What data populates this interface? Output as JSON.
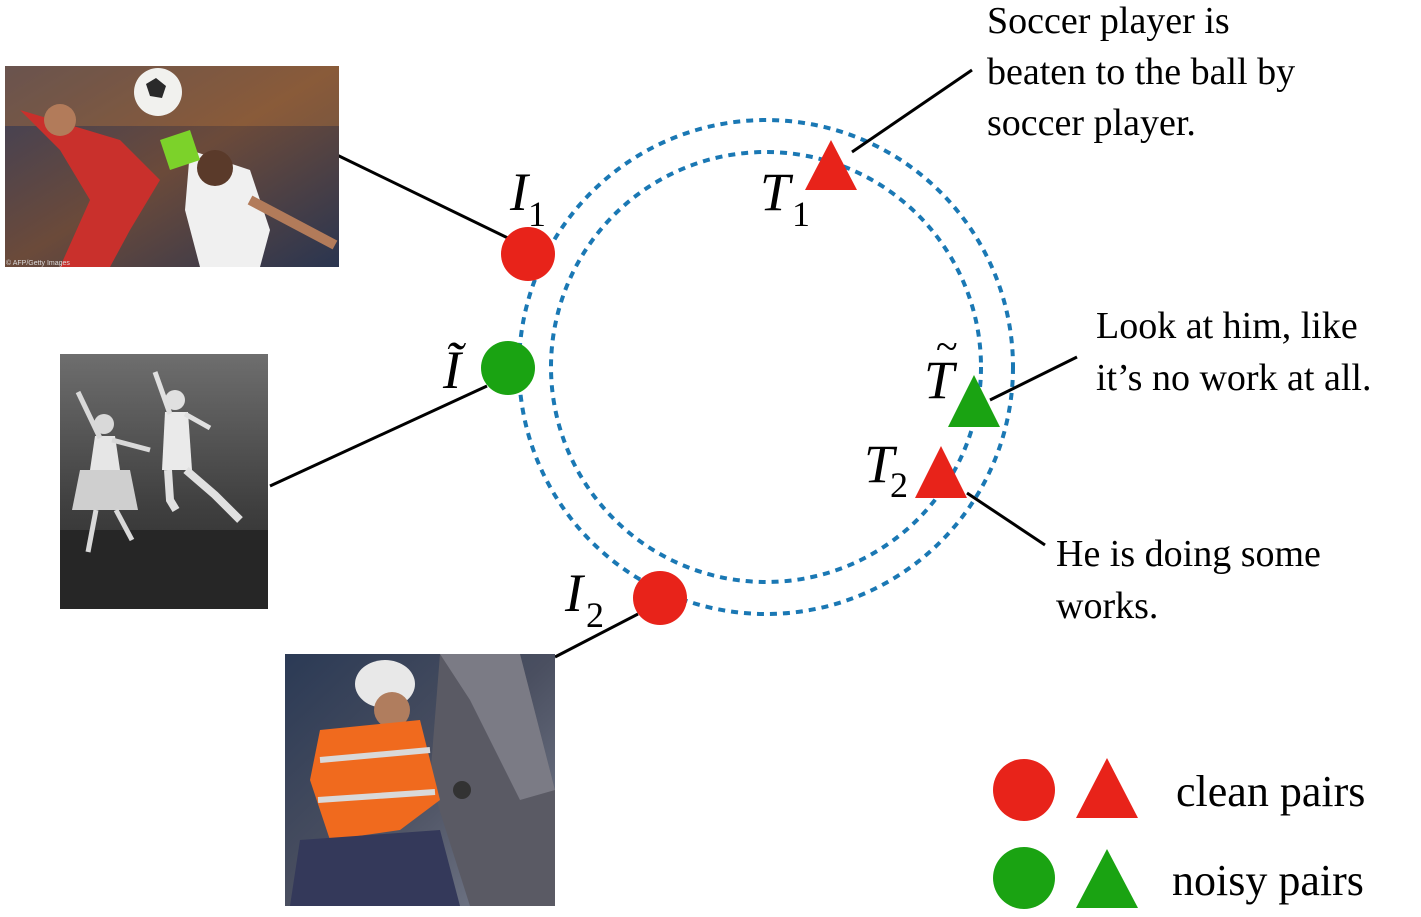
{
  "colors": {
    "clean": "#e8231a",
    "noisy": "#1aa312",
    "ring": "#1a78b4",
    "line": "#000000"
  },
  "labels": {
    "i1": {
      "main": "I",
      "sub": "1"
    },
    "i2": {
      "main": "I",
      "sub": "2"
    },
    "i_tilde": {
      "main": "Ĩ"
    },
    "t1": {
      "main": "T",
      "sub": "1"
    },
    "t2": {
      "main": "T",
      "sub": "2"
    },
    "t_tilde": {
      "main": "T",
      "tilde": "~"
    }
  },
  "captions": {
    "t1": [
      "Soccer player is",
      "beaten to the ball by",
      "soccer player."
    ],
    "t_tilde": [
      "Look at him, like",
      "it’s no work at all."
    ],
    "t2": [
      "He is doing some",
      "works."
    ]
  },
  "images": {
    "i1": "soccer-photo",
    "i_tilde": "dancers-photo",
    "i2": "worker-photo",
    "i1_credit": "© AFP/Getty Images"
  },
  "legend": {
    "clean": "clean pairs",
    "noisy": "noisy pairs"
  }
}
